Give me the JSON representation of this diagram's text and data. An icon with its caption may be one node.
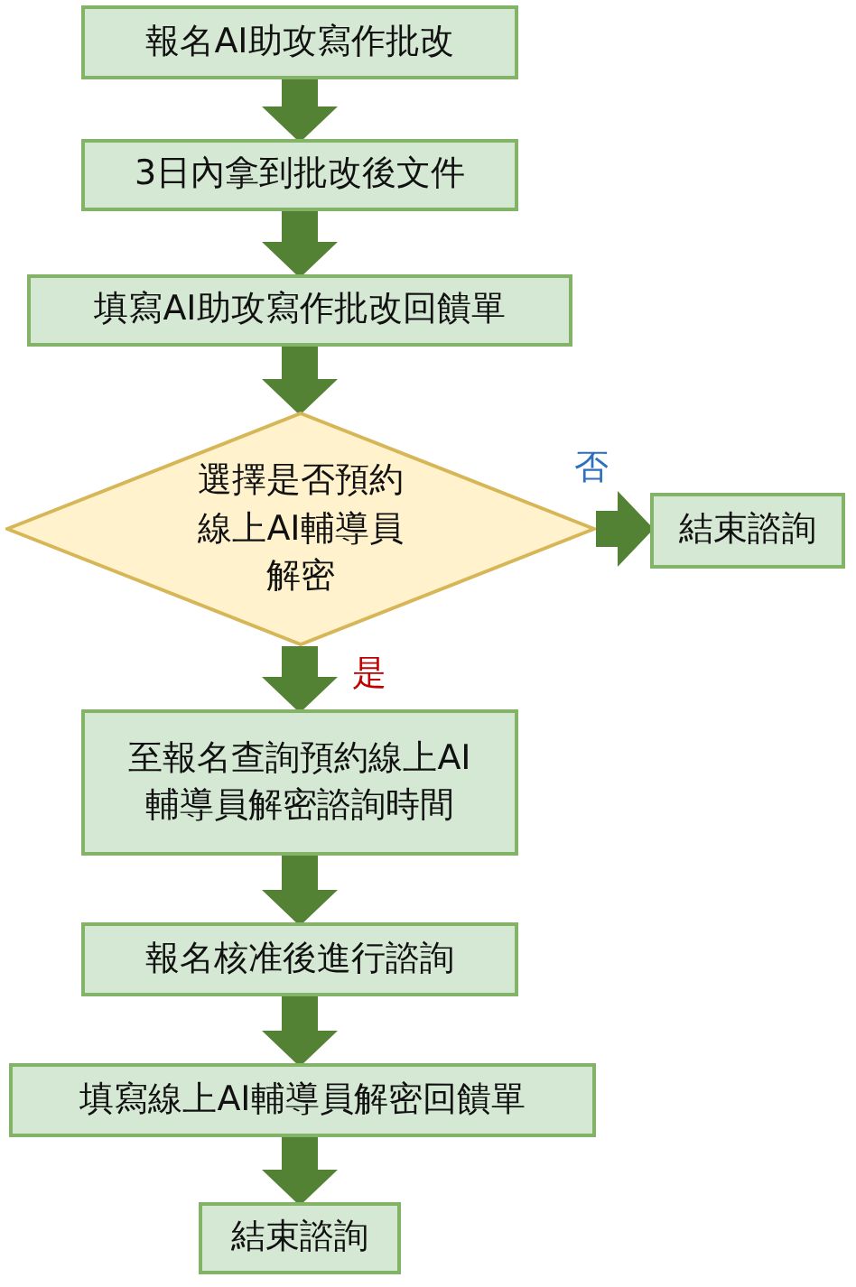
{
  "diagram": {
    "nodes": [
      {
        "text": [
          "報名AI助攻寫作批改"
        ]
      },
      {
        "text": [
          "3日內拿到批改後文件"
        ]
      },
      {
        "text": [
          "填寫AI助攻寫作批改回饋單"
        ]
      },
      {
        "text": [
          "選擇是否預約線上AI輔導員解密"
        ]
      },
      {
        "text": [
          "結束諮詢"
        ]
      },
      {
        "text": [
          "至報名查詢預約線上AI輔導員解密諮詢時間"
        ]
      },
      {
        "text": [
          "報名核准後進行諮詢"
        ]
      },
      {
        "text": [
          "填寫線上AI輔導員解密回饋單"
        ]
      },
      {
        "text": [
          "結束諮詢"
        ]
      }
    ],
    "edges": [
      {
        "from": 0,
        "to": 1,
        "arrow": "to"
      },
      {
        "from": 1,
        "to": 2,
        "arrow": "to"
      },
      {
        "from": 2,
        "to": 3,
        "arrow": "to"
      },
      {
        "from": 3,
        "to": 4,
        "arrow": "to",
        "label": "否"
      },
      {
        "from": 3,
        "to": 5,
        "arrow": "to",
        "label": "是"
      },
      {
        "from": 5,
        "to": 6,
        "arrow": "to"
      },
      {
        "from": 6,
        "to": 7,
        "arrow": "to"
      },
      {
        "from": 7,
        "to": 8,
        "arrow": "to"
      }
    ]
  }
}
